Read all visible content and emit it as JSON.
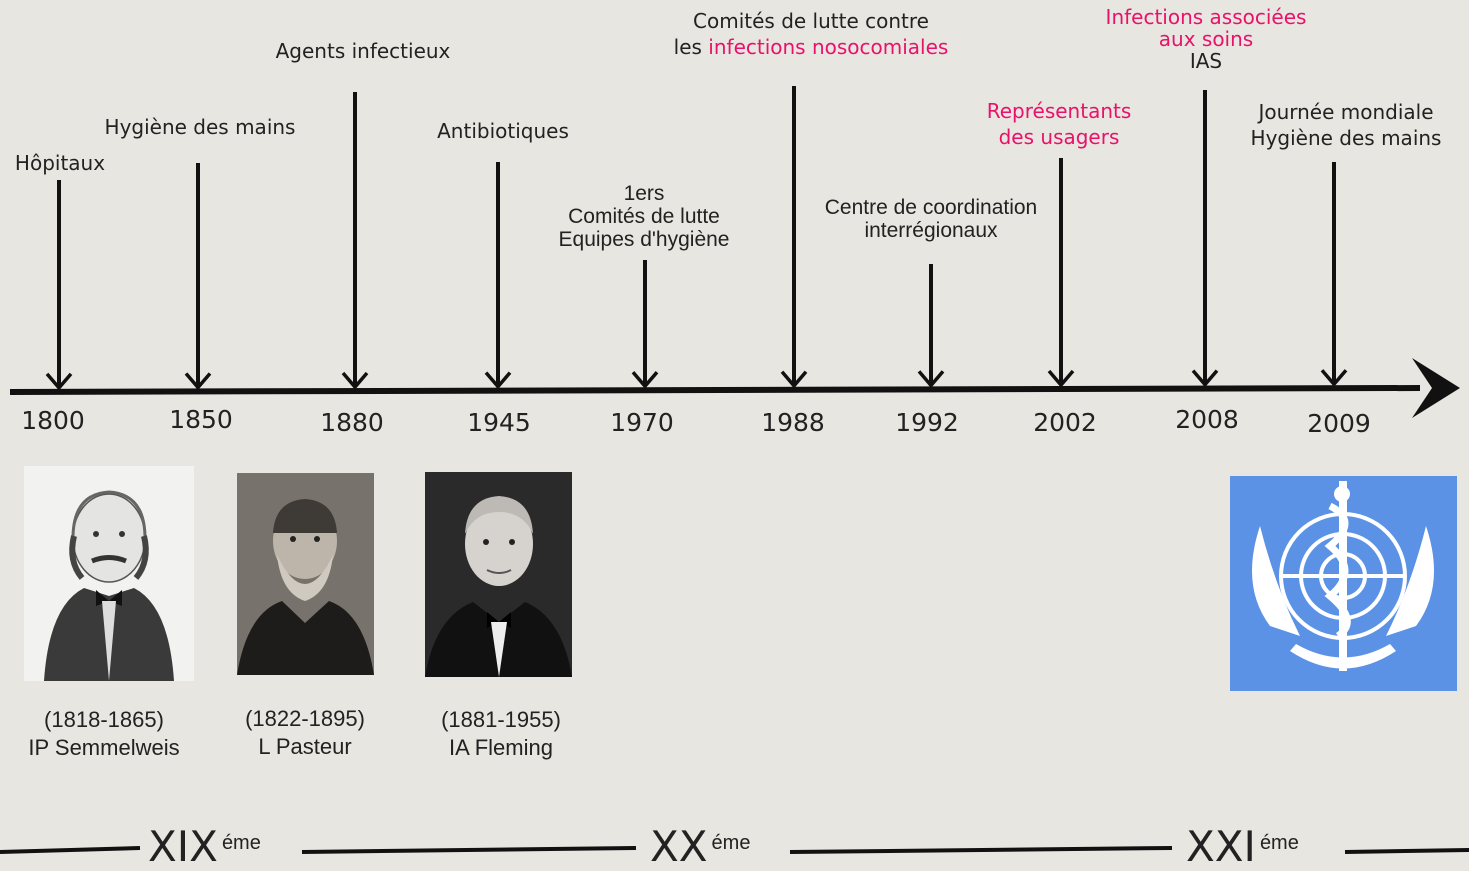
{
  "events": [
    {
      "year": "1800",
      "lines": [
        [
          {
            "t": "Hôpitaux"
          }
        ]
      ]
    },
    {
      "year": "1850",
      "lines": [
        [
          {
            "t": "Hygiène des mains"
          }
        ]
      ]
    },
    {
      "year": "1880",
      "lines": [
        [
          {
            "t": "Agents infectieux"
          }
        ]
      ]
    },
    {
      "year": "1945",
      "lines": [
        [
          {
            "t": "Antibiotiques"
          }
        ]
      ]
    },
    {
      "year": "1970",
      "lines": [
        [
          {
            "t": "1ers"
          }
        ],
        [
          {
            "t": "Comités de lutte"
          }
        ],
        [
          {
            "t": "Equipes  d'hygiène"
          }
        ]
      ]
    },
    {
      "year": "1988",
      "lines": [
        [
          {
            "t": "Comités de lutte contre"
          }
        ],
        [
          {
            "t": "les "
          },
          {
            "t": "infections nosocomiales",
            "pink": true
          }
        ]
      ]
    },
    {
      "year": "1992",
      "lines": [
        [
          {
            "t": "Centre de coordination"
          }
        ],
        [
          {
            "t": "interrégionaux"
          }
        ]
      ]
    },
    {
      "year": "2002",
      "lines": [
        [
          {
            "t": "Représentants",
            "pink": true
          }
        ],
        [
          {
            "t": "des usagers",
            "pink": true
          }
        ]
      ]
    },
    {
      "year": "2008",
      "lines": [
        [
          {
            "t": "Infections associées",
            "pink": true
          }
        ],
        [
          {
            "t": "aux soins",
            "pink": true
          }
        ],
        [
          {
            "t": "IAS"
          }
        ]
      ]
    },
    {
      "year": "2009",
      "lines": [
        [
          {
            "t": "Journée mondiale"
          }
        ],
        [
          {
            "t": "Hygiène des mains"
          }
        ]
      ]
    }
  ],
  "portraits": [
    {
      "dates": "(1818-1865)",
      "name": "IP Semmelweis"
    },
    {
      "dates": "(1822-1895)",
      "name": "L Pasteur"
    },
    {
      "dates": "(1881-1955)",
      "name": "IA Fleming"
    }
  ],
  "centuries": [
    {
      "numeral": "XIX",
      "suffix": "éme"
    },
    {
      "numeral": "XX",
      "suffix": "éme"
    },
    {
      "numeral": "XXI",
      "suffix": "éme"
    }
  ],
  "colors": {
    "accent": "#e8126a",
    "line": "#111111",
    "who_blue": "#5b92e5",
    "background": "#e8e6e0"
  },
  "icons": {
    "who_logo": "who-emblem-icon"
  }
}
